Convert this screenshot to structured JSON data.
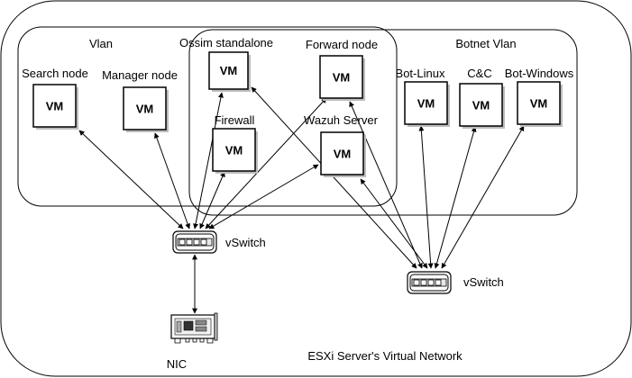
{
  "labels": {
    "vlan": "Vlan",
    "botnet_vlan": "Botnet Vlan",
    "server": "ESXi Server's Virtual Network",
    "vswitch_left": "vSwitch",
    "vswitch_right": "vSwitch",
    "nic": "NIC"
  },
  "nodes": {
    "search_node": {
      "label": "Search node",
      "box": "VM"
    },
    "manager_node": {
      "label": "Manager node",
      "box": "VM"
    },
    "ossim_standalone": {
      "label": "Ossim standalone",
      "box": "VM"
    },
    "forward_node": {
      "label": "Forward node",
      "box": "VM"
    },
    "firewall": {
      "label": "Firewall",
      "box": "VM"
    },
    "wazuh_server": {
      "label": "Wazuh Server",
      "box": "VM"
    },
    "bot_linux": {
      "label": "Bot-Linux",
      "box": "VM"
    },
    "cnc": {
      "label": "C&C",
      "box": "VM"
    },
    "bot_windows": {
      "label": "Bot-Windows",
      "box": "VM"
    }
  }
}
